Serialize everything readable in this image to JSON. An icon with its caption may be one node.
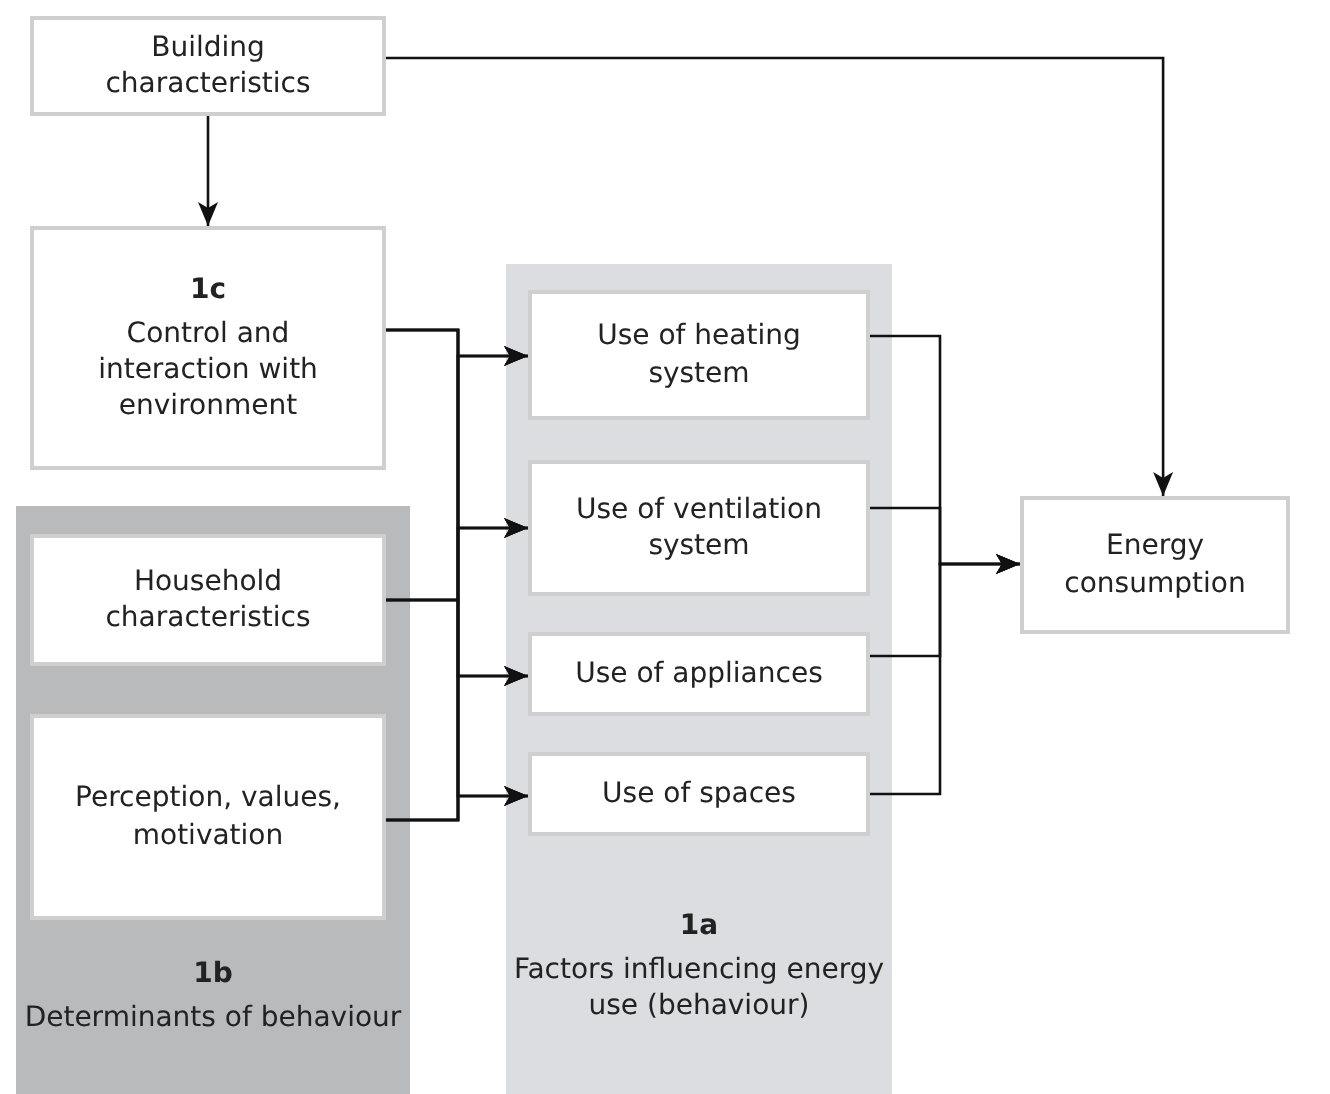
{
  "diagram": {
    "nodes": [
      {
        "text": [
          "Building characteristics"
        ]
      },
      {
        "text": [
          "1c",
          "Control and interaction with environment"
        ]
      },
      {
        "text": [
          "1b",
          "Determinants of behaviour"
        ]
      },
      {
        "text": [
          "Household characteristics"
        ],
        "in": 2
      },
      {
        "text": [
          "Perception, values, motivation"
        ],
        "in": 2
      },
      {
        "text": [
          "1a",
          "Factors influencing energy use (behaviour)"
        ]
      },
      {
        "text": [
          "Use of heating system"
        ],
        "in": 5
      },
      {
        "text": [
          "Use of ventilation system"
        ],
        "in": 5
      },
      {
        "text": [
          "Use of appliances"
        ],
        "in": 5
      },
      {
        "text": [
          "Use of spaces"
        ],
        "in": 5
      },
      {
        "text": [
          "Energy consumption"
        ]
      }
    ],
    "edges": [
      {
        "from": 0,
        "to": 10,
        "arrow": "to"
      },
      {
        "from": 0,
        "to": 1,
        "arrow": "to"
      },
      {
        "from": 1,
        "to": 6,
        "arrow": "to"
      },
      {
        "from": 1,
        "to": 7,
        "arrow": "to"
      },
      {
        "from": 1,
        "to": 8,
        "arrow": "to"
      },
      {
        "from": 1,
        "to": 9,
        "arrow": "to"
      },
      {
        "from": 3,
        "to": 6,
        "arrow": "to"
      },
      {
        "from": 3,
        "to": 7,
        "arrow": "to"
      },
      {
        "from": 3,
        "to": 8,
        "arrow": "to"
      },
      {
        "from": 3,
        "to": 9,
        "arrow": "to"
      },
      {
        "from": 4,
        "to": 6,
        "arrow": "to"
      },
      {
        "from": 4,
        "to": 7,
        "arrow": "to"
      },
      {
        "from": 4,
        "to": 8,
        "arrow": "to"
      },
      {
        "from": 4,
        "to": 9,
        "arrow": "to"
      },
      {
        "from": 6,
        "to": 10,
        "arrow": "to"
      },
      {
        "from": 7,
        "to": 10,
        "arrow": "to"
      },
      {
        "from": 8,
        "to": 10,
        "arrow": "to"
      },
      {
        "from": 9,
        "to": 10,
        "arrow": "to"
      }
    ]
  }
}
